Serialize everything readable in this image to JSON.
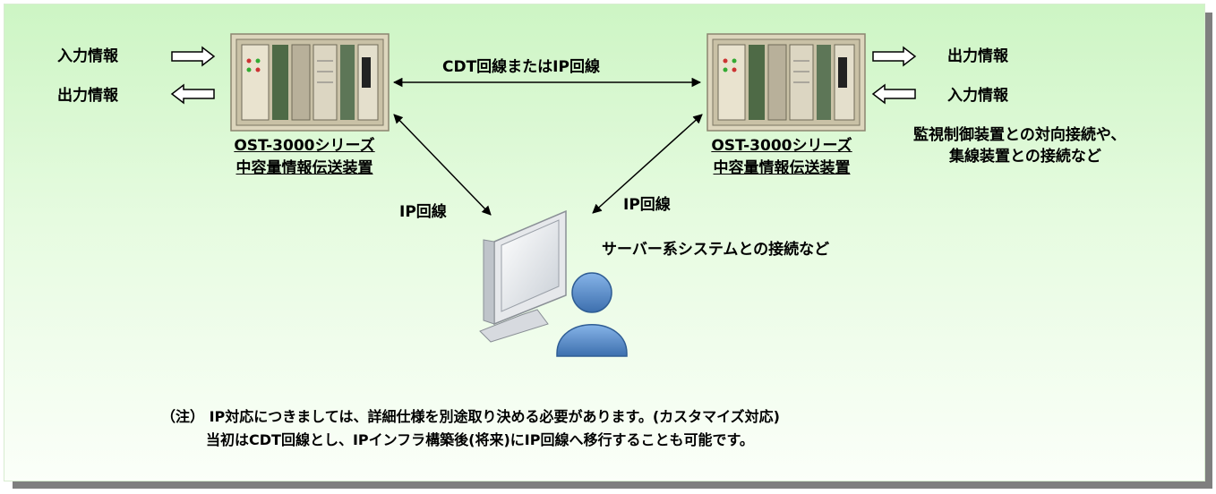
{
  "left_station": {
    "input_label": "入力情報",
    "output_label": "出力情報",
    "caption_line1": "OST-3000シリーズ",
    "caption_line2": "中容量情報伝送装置"
  },
  "right_station": {
    "output_label": "出力情報",
    "input_label": "入力情報",
    "caption_line1": "OST-3000シリーズ",
    "caption_line2": "中容量情報伝送装置",
    "note_line1": "監視制御装置との対向接続や、",
    "note_line2": "集線装置との接続など"
  },
  "links": {
    "main_link": "CDT回線またはIP回線",
    "left_ip": "IP回線",
    "right_ip": "IP回線"
  },
  "server": {
    "label": "サーバー系システムとの接続など"
  },
  "footnote": {
    "line1": "（注） IP対応につきましては、詳細仕様を別途取り決める必要があります。(カスタマイズ対応)",
    "line2": "当初はCDT回線とし、IPインフラ構築後(将来)にIP回線へ移行することも可能です。"
  },
  "colors": {
    "panel_top": "#cdf5c4",
    "panel_bottom": "#fbfff9",
    "person_blue": "#5b8fcf",
    "rack_beige": "#ddd6bd"
  }
}
